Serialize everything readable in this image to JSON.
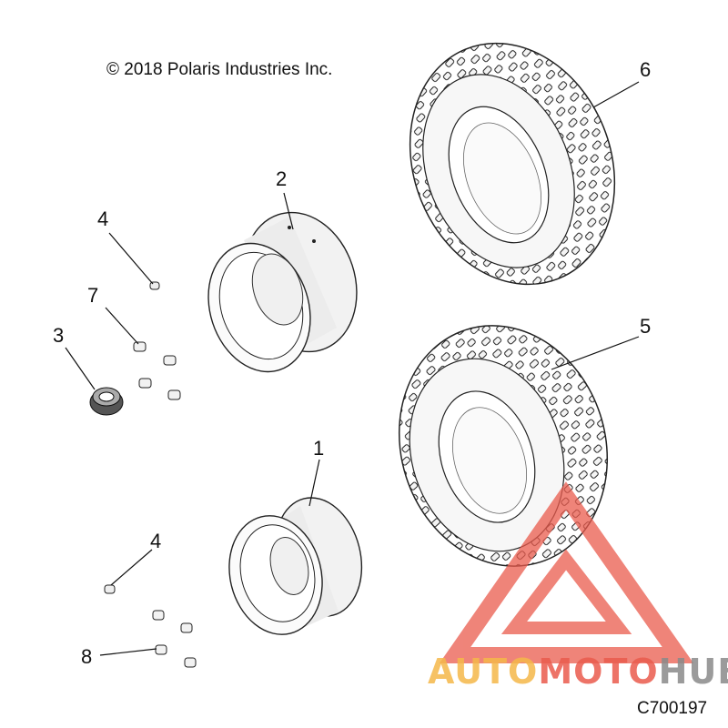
{
  "diagram": {
    "copyright": "© 2018 Polaris Industries Inc.",
    "drawing_code": "C700197",
    "callouts": {
      "c1": "1",
      "c2": "2",
      "c3": "3",
      "c4_top": "4",
      "c4_bottom": "4",
      "c5": "5",
      "c6": "6",
      "c7": "7",
      "c8": "8"
    }
  },
  "watermark": {
    "part1": "AUTO",
    "part2": "MOTO",
    "part3": "HUB",
    "colors": {
      "yellow": "#f5b84a",
      "red": "#ea5b4d",
      "gray": "#8a8a8a"
    }
  }
}
